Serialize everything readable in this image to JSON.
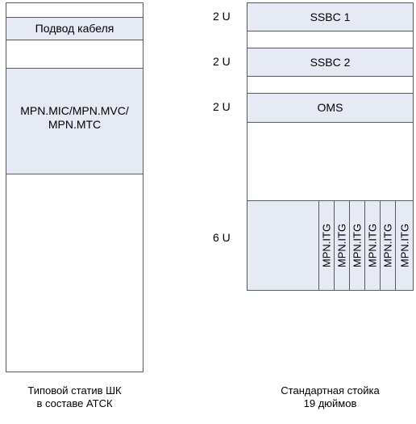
{
  "left_rack": {
    "cable_label": "Подвод кабеля",
    "module_line1": "MPN.MIC/MPN.MVC/",
    "module_line2": "MPN.MTC",
    "caption_line1": "Типовой статив ШК",
    "caption_line2": "в составе АТСК"
  },
  "right_rack": {
    "units": [
      "2 U",
      "2 U",
      "2 U",
      "6 U"
    ],
    "modules": [
      "SSBC 1",
      "SSBC 2",
      "OMS"
    ],
    "itg_cards": [
      "MPN.ITG",
      "MPN.ITG",
      "MPN.ITG",
      "MPN.ITG",
      "MPN.ITG",
      "MPN.ITG"
    ],
    "caption_line1": "Стандартная стойка",
    "caption_line2": "19 дюймов"
  },
  "colors": {
    "module_fill": "#e5eaf5",
    "border": "#5a5a5a"
  }
}
